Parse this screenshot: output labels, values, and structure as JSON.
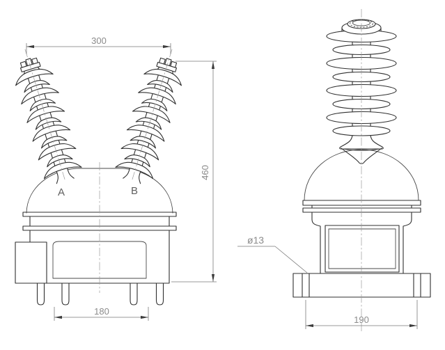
{
  "drawing": {
    "type": "technical-outline-drawing",
    "views": [
      "front",
      "side"
    ],
    "colors": {
      "background": "#ffffff",
      "outline": "#2f2f2f",
      "dimension_line": "#7a7a7a",
      "dimension_text": "#8b8b8b",
      "centerline": "#9a9a9a"
    },
    "front_view": {
      "terminal_label_a": "A",
      "terminal_label_b": "B",
      "dim_terminal_spacing": "300",
      "dim_overall_height": "460",
      "dim_foot_spacing": "180"
    },
    "side_view": {
      "hole_callout": "ø13",
      "dim_base_width": "190"
    }
  }
}
